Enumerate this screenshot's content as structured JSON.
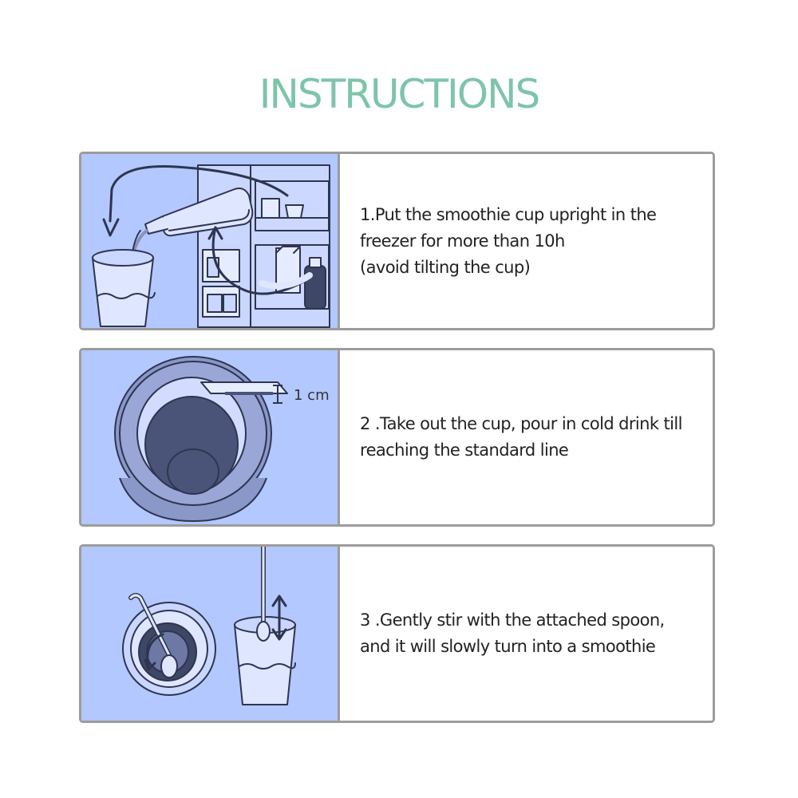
{
  "page": {
    "title": "INSTRUCTIONS",
    "colors": {
      "title": "#7ec4aa",
      "panel": "#b3c8ff",
      "border": "#9c9c9c",
      "text": "#222222"
    }
  },
  "steps": [
    {
      "lines": [
        "1.Put the smoothie cup upright in the",
        "freezer for more than 10h",
        "(avoid tilting the cup)"
      ],
      "illustration": "pour-into-cup-and-freezer"
    },
    {
      "lines": [
        "2 .Take out the cup, pour in cold drink till",
        "reaching the standard line"
      ],
      "illustration": "cup-top-view-fill-line",
      "measure_label": "1 cm"
    },
    {
      "lines": [
        "3 .Gently stir with the attached spoon,",
        "and it will slowly turn into a smoothie"
      ],
      "illustration": "stir-with-spoon"
    }
  ]
}
